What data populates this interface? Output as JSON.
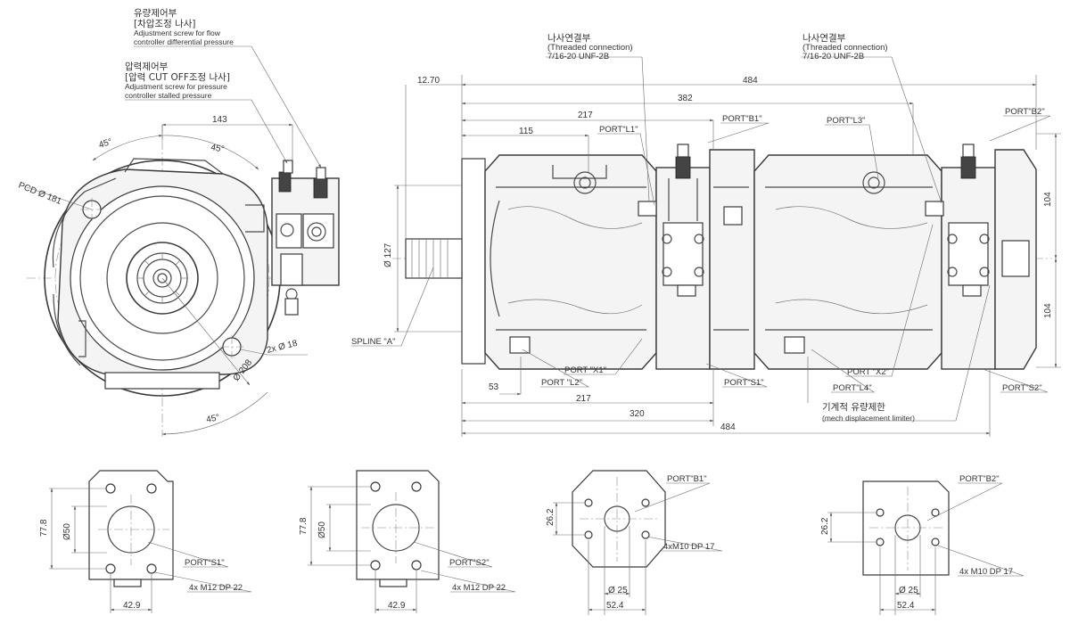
{
  "callouts": {
    "flow_adj_ko": "유량제어부",
    "flow_adj_ko2": "[차압조정 나사]",
    "flow_adj_en1": "Adjustment screw for flow",
    "flow_adj_en2": "controller differential pressure",
    "press_adj_ko": "압력제어부",
    "press_adj_ko2": "[압력 CUT OFF조정 나사]",
    "press_adj_en1": "Adjustment screw for pressure",
    "press_adj_en2": "controller stalled pressure",
    "thread1_ko": "나사연결부",
    "thread1_en": "(Threaded connection)",
    "thread1_spec": "7/16-20 UNF-2B",
    "thread2_ko": "나사연결부",
    "thread2_en": "(Threaded connection)",
    "thread2_spec": "7/16-20 UNF-2B",
    "limiter_ko": "기계적 유량제한",
    "limiter_en": "(mech displacement limiter)",
    "spline": "SPLINE \"A\""
  },
  "front_view": {
    "angle1": "45°",
    "angle2": "45°",
    "angle3": "45°",
    "pcd": "PCD Ø 181",
    "width_143": "143",
    "holes": "2x Ø 18",
    "dia_208": "Ø 208"
  },
  "side_view": {
    "d_12_70": "12.70",
    "d_484_top": "484",
    "d_382": "382",
    "d_217_top": "217",
    "d_115": "115",
    "d_127": "Ø 127",
    "d_104_top": "104",
    "d_104_bot": "104",
    "d_53": "53",
    "d_217_bot": "217",
    "d_320": "320",
    "d_484_bot": "484"
  },
  "ports": {
    "L1": "PORT\"L1\"",
    "B1": "PORT\"B1\"",
    "L3": "PORT\"L3\"",
    "B2": "PORT\"B2\"",
    "X1": "PORT \"X1\"",
    "L2": "PORT \"L2\"",
    "S1": "PORT\"S1\"",
    "X2": "PORT \"X2\"",
    "L4": "PORT\"L4\"",
    "S2": "PORT\"S2\""
  },
  "flanges": {
    "f1": {
      "port": "PORT\"S1\"",
      "height": "77.8",
      "dia": "Ø50",
      "width": "42.9",
      "bolts": "4x M12 DP 22"
    },
    "f2": {
      "port": "PORT\"S2\"",
      "height": "77.8",
      "dia": "Ø50",
      "width": "42.9",
      "bolts": "4x M12 DP 22"
    },
    "f3": {
      "port": "PORT\"B1\"",
      "height": "26.2",
      "dia": "Ø 25",
      "width": "52.4",
      "bolts": "4xM10 DP 17"
    },
    "f4": {
      "port": "PORT\"B2\"",
      "height": "26.2",
      "dia": "Ø 25",
      "width": "52.4",
      "bolts": "4x M10 DP 17"
    }
  }
}
